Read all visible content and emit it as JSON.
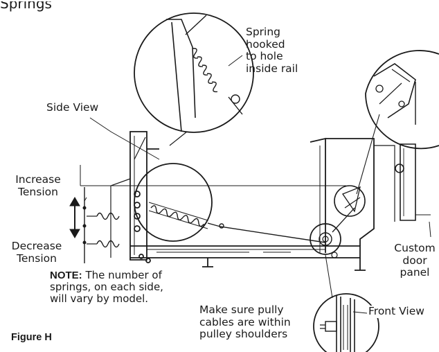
{
  "heading_fragment": "Springs",
  "labels": {
    "spring_hooked": [
      "Spring",
      "hooked",
      "to hole",
      "inside rail"
    ],
    "side_view": "Side View",
    "increase_tension": [
      "Increase",
      "Tension"
    ],
    "decrease_tension": [
      "Decrease",
      "Tension"
    ],
    "custom_door_panel": [
      "Custom",
      "door",
      "panel"
    ],
    "note_bold": "NOTE:",
    "note_text": "The number of springs, on each side, will vary by model.",
    "pulley": [
      "Make sure pully",
      "cables are within",
      "pulley shoulders"
    ],
    "front_view": "Front View",
    "figure": "Figure H"
  }
}
